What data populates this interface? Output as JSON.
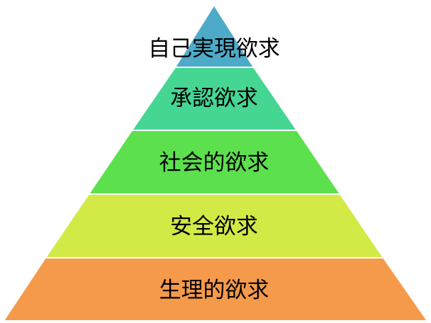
{
  "pyramid": {
    "levels": [
      {
        "label": "自己実現欲求",
        "color": "#4eaac9"
      },
      {
        "label": "承認欲求",
        "color": "#46d694"
      },
      {
        "label": "社会的欲求",
        "color": "#5ce04e"
      },
      {
        "label": "安全欲求",
        "color": "#d3ea46"
      },
      {
        "label": "生理的欲求",
        "color": "#f59a4a"
      }
    ]
  }
}
